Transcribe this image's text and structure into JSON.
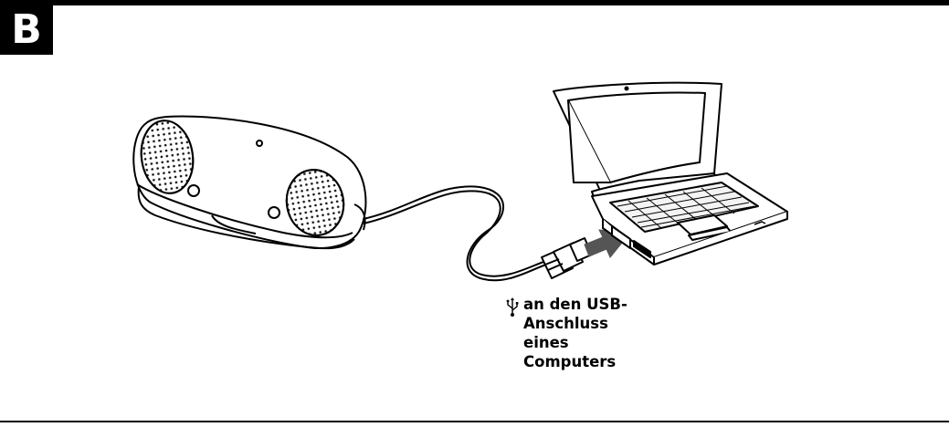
{
  "step": {
    "label": "B"
  },
  "callout": {
    "lines": [
      "an den USB-",
      "Anschluss",
      "eines",
      "Computers"
    ]
  },
  "icons": {
    "usb": "usb-icon",
    "arrow": "insert-arrow-icon"
  }
}
